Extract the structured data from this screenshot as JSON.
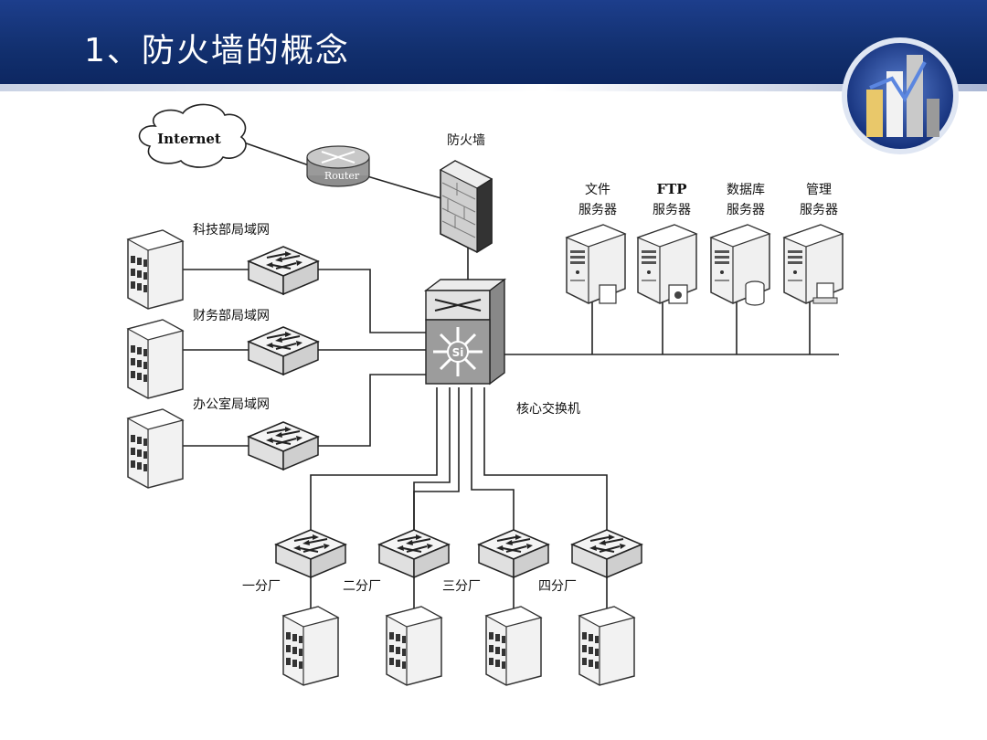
{
  "slide": {
    "title": "1、防火墙的概念"
  },
  "diagram": {
    "internet": "Internet",
    "router": "Router",
    "firewall": "防火墙",
    "core_switch": "核心交换机",
    "core_switch_mark": "Si",
    "lans": [
      "科技部局域网",
      "财务部局域网",
      "办公室局域网"
    ],
    "servers": [
      {
        "line1": "文件",
        "line2": "服务器"
      },
      {
        "line1": "FTP",
        "line2": "服务器"
      },
      {
        "line1": "数据库",
        "line2": "服务器"
      },
      {
        "line1": "管理",
        "line2": "服务器"
      }
    ],
    "branches": [
      "一分厂",
      "二分厂",
      "三分厂",
      "四分厂"
    ]
  },
  "colors": {
    "header": "#12306f",
    "line": "#222222"
  }
}
